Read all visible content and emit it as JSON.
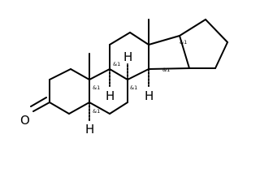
{
  "molecule": {
    "atoms": {
      "oxygen": "O",
      "h5": "H",
      "h8": "H",
      "h9": "H",
      "h14": "H"
    },
    "stereo_labels": {
      "c5": "&1",
      "c8": "&1",
      "c9": "&1",
      "c10": "&1",
      "c13": "&1",
      "c14": "&1"
    }
  }
}
